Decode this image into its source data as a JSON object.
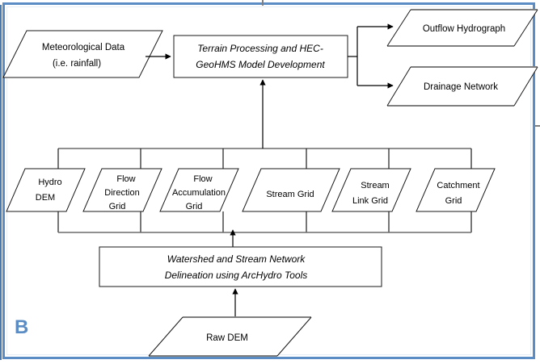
{
  "figure": {
    "panel_label": "B",
    "frame_color": "#5b8cc4",
    "accent_color": "#5b8cc4"
  },
  "nodes": {
    "meteorological_data": {
      "line1": "Meteorological Data",
      "line2": "(i.e. rainfall)",
      "shape": "parallelogram"
    },
    "terrain_processing": {
      "line1": "Terrain Processing and HEC-",
      "line2": "GeoHMS Model Development",
      "shape": "rectangle"
    },
    "outflow_hydrograph": {
      "line1": "Outflow Hydrograph",
      "shape": "parallelogram"
    },
    "drainage_network": {
      "line1": "Drainage Network",
      "shape": "parallelogram"
    },
    "watershed_delineation": {
      "line1": "Watershed and Stream Network",
      "line2": "Delineation using ArcHydro Tools",
      "shape": "rectangle"
    },
    "raw_dem": {
      "line1": "Raw DEM",
      "shape": "parallelogram"
    }
  },
  "grids": [
    {
      "id": "hydro-dem",
      "line1": "Hydro",
      "line2": "DEM",
      "line3": ""
    },
    {
      "id": "flow-direction",
      "line1": "Flow",
      "line2": "Direction",
      "line3": "Grid"
    },
    {
      "id": "flow-accumulation",
      "line1": "Flow",
      "line2": "Accumulation",
      "line3": "Grid"
    },
    {
      "id": "stream-grid",
      "line1": "Stream Grid",
      "line2": "",
      "line3": ""
    },
    {
      "id": "stream-link",
      "line1": "Stream",
      "line2": "Link Grid",
      "line3": ""
    },
    {
      "id": "catchment",
      "line1": "Catchment",
      "line2": "Grid",
      "line3": ""
    }
  ],
  "chart_data": {
    "type": "diagram",
    "title": "",
    "flow_edges": [
      {
        "from": "meteorological_data",
        "to": "terrain_processing"
      },
      {
        "from": "terrain_processing",
        "to": "outflow_hydrograph"
      },
      {
        "from": "terrain_processing",
        "to": "drainage_network"
      },
      {
        "from": "grid_bus",
        "to": "terrain_processing"
      },
      {
        "from": "watershed_delineation",
        "to": "grid_bus"
      },
      {
        "from": "raw_dem",
        "to": "watershed_delineation"
      }
    ]
  }
}
